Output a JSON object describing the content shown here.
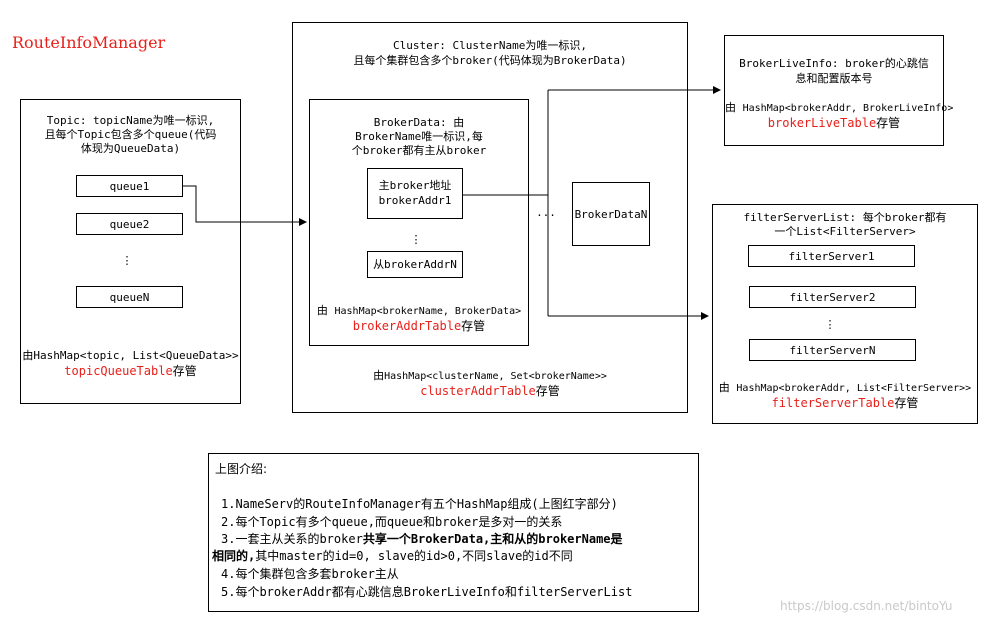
{
  "title": "RouteInfoManager",
  "topic": {
    "desc_line1": "Topic: topicName为唯一标识,",
    "desc_line2": "且每个Topic包含多个queue(代码",
    "desc_line3": "体现为QueueData)",
    "queues": [
      "queue1",
      "queue2",
      "queueN"
    ],
    "ellipsis": "⋮",
    "map_line": "由HashMap<topic, List<QueueData>>",
    "table_name": "topicQueueTable",
    "table_suffix": "存管"
  },
  "cluster": {
    "desc_line1": "Cluster: ClusterName为唯一标识,",
    "desc_line2": "且每个集群包含多个broker(代码体现为BrokerData)",
    "map_prefix": "由",
    "map_line": "HashMap<clusterName, Set<brokerName>>",
    "table_name": "clusterAddrTable",
    "table_suffix": "存管",
    "horizontal_dots": "...",
    "broker_data": {
      "desc_line1": "BrokerData: 由",
      "desc_line2": "BrokerName唯一标识,每",
      "desc_line3": "个broker都有主从broker",
      "master_line1": "主broker地址",
      "master_line2": "brokerAddr1",
      "ellipsis": "⋮",
      "slave": "从brokerAddrN",
      "map_prefix": "由 ",
      "map_line": "HashMap<brokerName, BrokerData>",
      "table_name": "brokerAddrTable",
      "table_suffix": "存管"
    },
    "broker_data_n": "BrokerDataN"
  },
  "broker_live": {
    "desc_line1": "BrokerLiveInfo: broker的心跳信",
    "desc_line2": "息和配置版本号",
    "map_prefix": "由 ",
    "map_line": "HashMap<brokerAddr, BrokerLiveInfo>",
    "table_name": "brokerLiveTable",
    "table_suffix": "存管"
  },
  "filter": {
    "desc_line1": "filterServerList: 每个broker都有",
    "desc_line2": "一个List<FilterServer>",
    "servers": [
      "filterServer1",
      "filterServer2",
      "filterServerN"
    ],
    "ellipsis": "⋮",
    "map_prefix": "由 ",
    "map_line": "HashMap<brokerAddr, List<FilterServer>>",
    "table_name": "filterServerTable",
    "table_suffix": "存管"
  },
  "note": {
    "heading": "上图介绍:",
    "line1": "1.NameServ的RouteInfoManager有五个HashMap组成(上图红字部分)",
    "line2": "2.每个Topic有多个queue,而queue和broker是多对一的关系",
    "line3a": "3.一套主从关系的broker",
    "line3b": "共享一个BrokerData,主和从的brokerName是",
    "line4a": "相同的,",
    "line4b": "其中master的id=0, slave的id>0,不同slave的id不同",
    "line5": "4.每个集群包含多套broker主从",
    "line6": "5.每个brokerAddr都有心跳信息BrokerLiveInfo和filterServerList"
  },
  "watermark": "https://blog.csdn.net/bintoYu"
}
